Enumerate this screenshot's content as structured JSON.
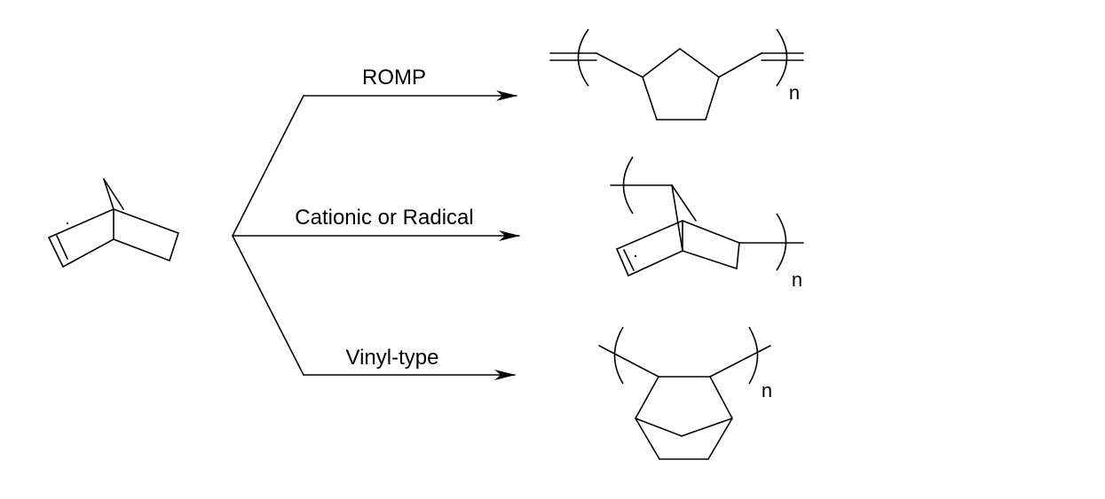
{
  "reactions": [
    {
      "label": "ROMP",
      "repeat_unit_subscript": "n"
    },
    {
      "label": "Cationic or Radical",
      "repeat_unit_subscript": "n"
    },
    {
      "label": "Vinyl-type",
      "repeat_unit_subscript": "n"
    }
  ],
  "colors": {
    "ink": "#000000",
    "background": "#ffffff"
  }
}
